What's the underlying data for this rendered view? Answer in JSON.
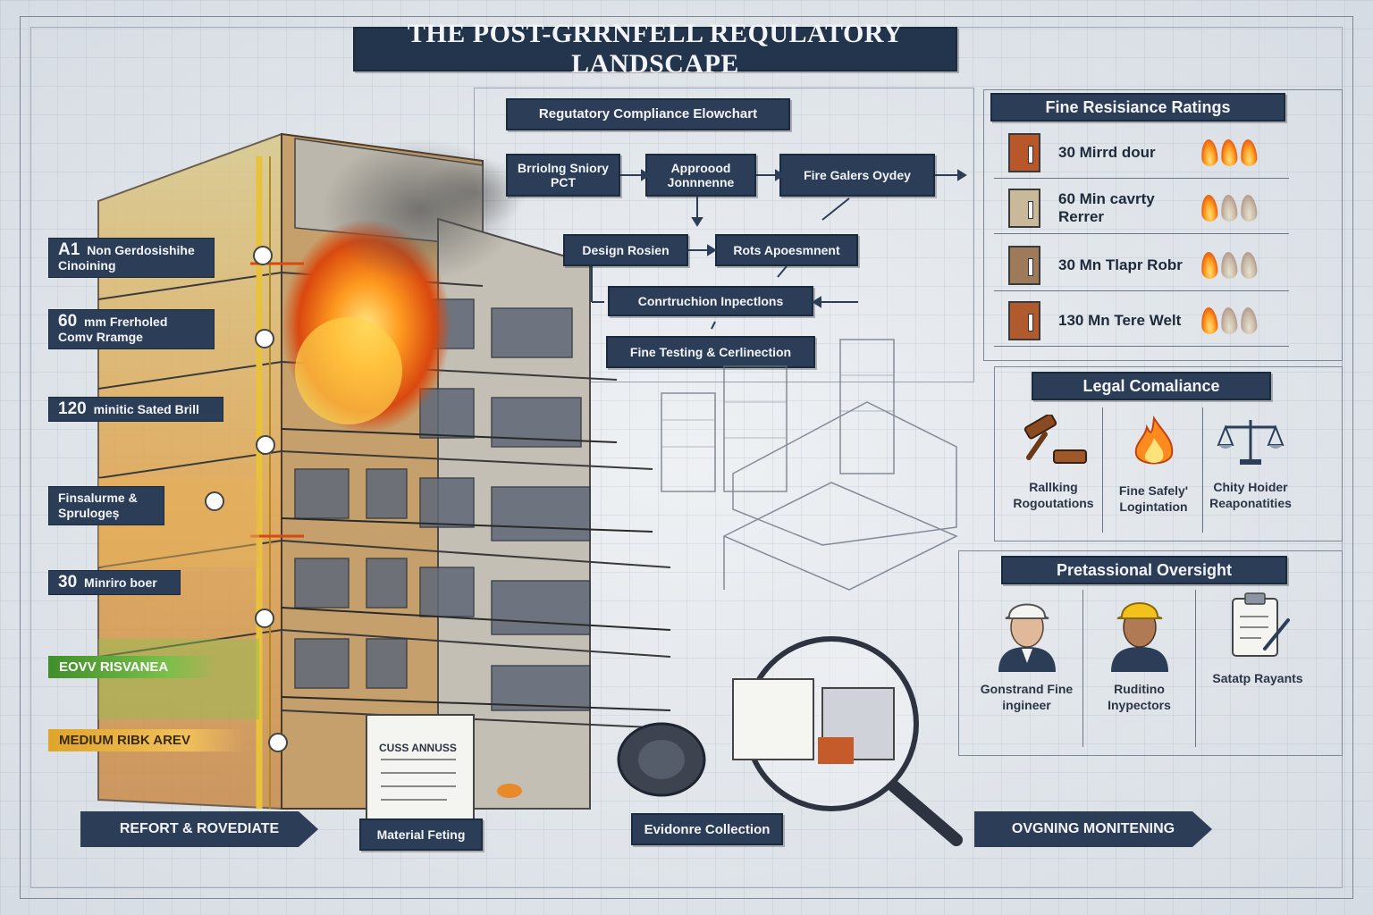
{
  "title": "THE POST-GRRNFELL REQULATORY LANDSCAPE",
  "flowchart": {
    "header": "Regutatory Compliance Elowchart",
    "nodes": {
      "building_safety": "Brriolng Sniory PCT",
      "approved": "Approood Jonnnenne",
      "fire_gates": "Fire Galers Oydey",
      "design_review": "Design Rosien",
      "risk_assessment": "Rots Apoesmnent",
      "construction": "Conrtruchion Inpectlons",
      "fire_testing": "Fine Testing & Cerlinection"
    }
  },
  "side_labels": [
    {
      "prefix": "A1",
      "text": "Non Gerdosishihe Cinoining"
    },
    {
      "prefix": "60",
      "text": "mm Frerholed Comv Rramge"
    },
    {
      "prefix": "120",
      "text": "minitic Sated Brill"
    },
    {
      "prefix": "",
      "text": "Finsalurme & Sprulogeș"
    },
    {
      "prefix": "30",
      "text": "Minriro boer"
    }
  ],
  "risk_strips": {
    "low": "EOVV RISVANEA",
    "medium": "MEDIUM RIBK AREV"
  },
  "ratings": {
    "header": "Fine Resisiance Ratings",
    "rows": [
      {
        "label": "30 Mirrd dour",
        "door_color": "#b8582a",
        "flames_lit": 3
      },
      {
        "label": "60 Min cavrty Rerrer",
        "door_color": "#c9b89a",
        "flames_lit": 1
      },
      {
        "label": "30 Mn Tlapr Robr",
        "door_color": "#9c7a5a",
        "flames_lit": 1
      },
      {
        "label": "130 Mn Tere Welt",
        "door_color": "#b05a2e",
        "flames_lit": 1
      }
    ]
  },
  "legal": {
    "header": "Legal Comaliance",
    "cards": [
      {
        "label": "Rallking Rogoutations",
        "icon": "gavel-icon"
      },
      {
        "label": "Fine Safely' Logintation",
        "icon": "flame-icon"
      },
      {
        "label": "Chity Hoider Reaponatities",
        "icon": "scales-icon"
      }
    ]
  },
  "oversight": {
    "header": "Pretassional Oversight",
    "cards": [
      {
        "label": "Gonstrand Fine ingineer",
        "icon": "engineer-icon"
      },
      {
        "label": "Ruditino Inypectors",
        "icon": "inspector-icon"
      },
      {
        "label": "Satatp Rayants",
        "icon": "clipboard-icon"
      }
    ]
  },
  "bottom": {
    "report": "REFORT & ROVEDIATE",
    "material": "Material Feting",
    "evidence": "Evidonre Collection",
    "monitoring": "OVGNING MONITENING",
    "doc_label": "CUSS ANNUSS"
  },
  "colors": {
    "navy": "#2c3e57",
    "fire": "#ff8a1f",
    "low_risk": "#3f8f2c",
    "medium_risk": "#e0a52a"
  }
}
